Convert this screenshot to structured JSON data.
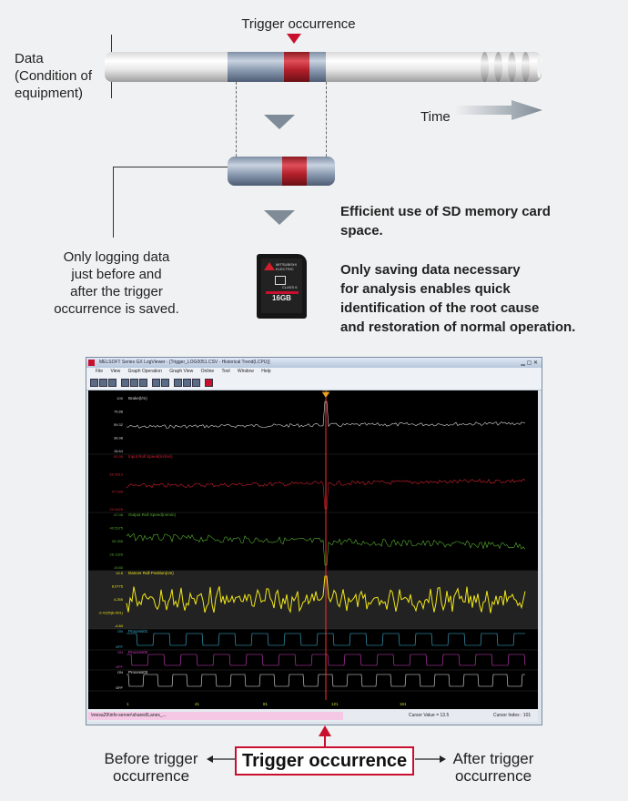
{
  "labels": {
    "trigger_top": "Trigger occurrence",
    "data_axis": [
      "Data",
      "(Condition of",
      "equipment)"
    ],
    "time": "Time",
    "logging_note": [
      "Only logging data",
      "just before and",
      "after the trigger",
      "occurrence is saved."
    ],
    "efficient": [
      "Efficient use of SD memory card",
      "space."
    ],
    "benefit": [
      "Only saving data necessary",
      "for analysis enables quick",
      "identification of the root cause",
      "and restoration of normal operation."
    ],
    "sd_card": {
      "capacity": "16GB",
      "brand": "MITSUBISHI ELECTRIC",
      "class": "CLASS 6"
    },
    "before": [
      "Before trigger",
      "occurrence"
    ],
    "callout": "Trigger occurrence",
    "after": [
      "After trigger",
      "occurrence"
    ]
  },
  "screenshot": {
    "title": "MELSOFT Series GX LogViewer - [Trigger_LOG0051.CSV - Historical Trend(LCPU)]",
    "menu": [
      "File",
      "View",
      "Graph Operation",
      "Graph View",
      "Online",
      "Tool",
      "Window",
      "Help"
    ],
    "trigger_marker": "ON",
    "status_path": "\\mesa29\\info-server\\shared\\Lanes_...",
    "cursor_value": "Cursor Value = 13.5",
    "cursor_index": "Cursor Index : 101",
    "x_ticks": [
      "1",
      "41",
      "81",
      "121",
      "161"
    ],
    "channels": [
      {
        "name": "Brake(l/m)",
        "color": "#d8d8d8",
        "ticks": [
          "100",
          "76.88",
          "59.32",
          "38.98",
          "18.64"
        ]
      },
      {
        "name": "Input Roll Speed(m/min)",
        "color": "#d42030",
        "ticks": [
          "92.05",
          "69.5613",
          "47.035",
          "23.5425"
        ]
      },
      {
        "name": "Output Roll Speed(m/min)",
        "color": "#58b030",
        "ticks": [
          "47.08",
          "40.5375",
          "33.335",
          "26.1325",
          "19.80"
        ]
      },
      {
        "name": "Dancer Roll Position(cm)",
        "color": "#f2e818",
        "ticks": [
          "13.5",
          "8.0775",
          "4.255",
          "-2.4125(E-001)",
          "-4.84"
        ]
      },
      {
        "name": "Process01",
        "color": "#3fb6d8",
        "ticks": [
          "ON",
          "OFF"
        ]
      },
      {
        "name": "Process02",
        "color": "#d040c0",
        "ticks": [
          "ON",
          "OFF"
        ]
      },
      {
        "name": "Process03",
        "color": "#e8e8e8",
        "ticks": [
          "ON",
          "OFF"
        ]
      }
    ]
  }
}
